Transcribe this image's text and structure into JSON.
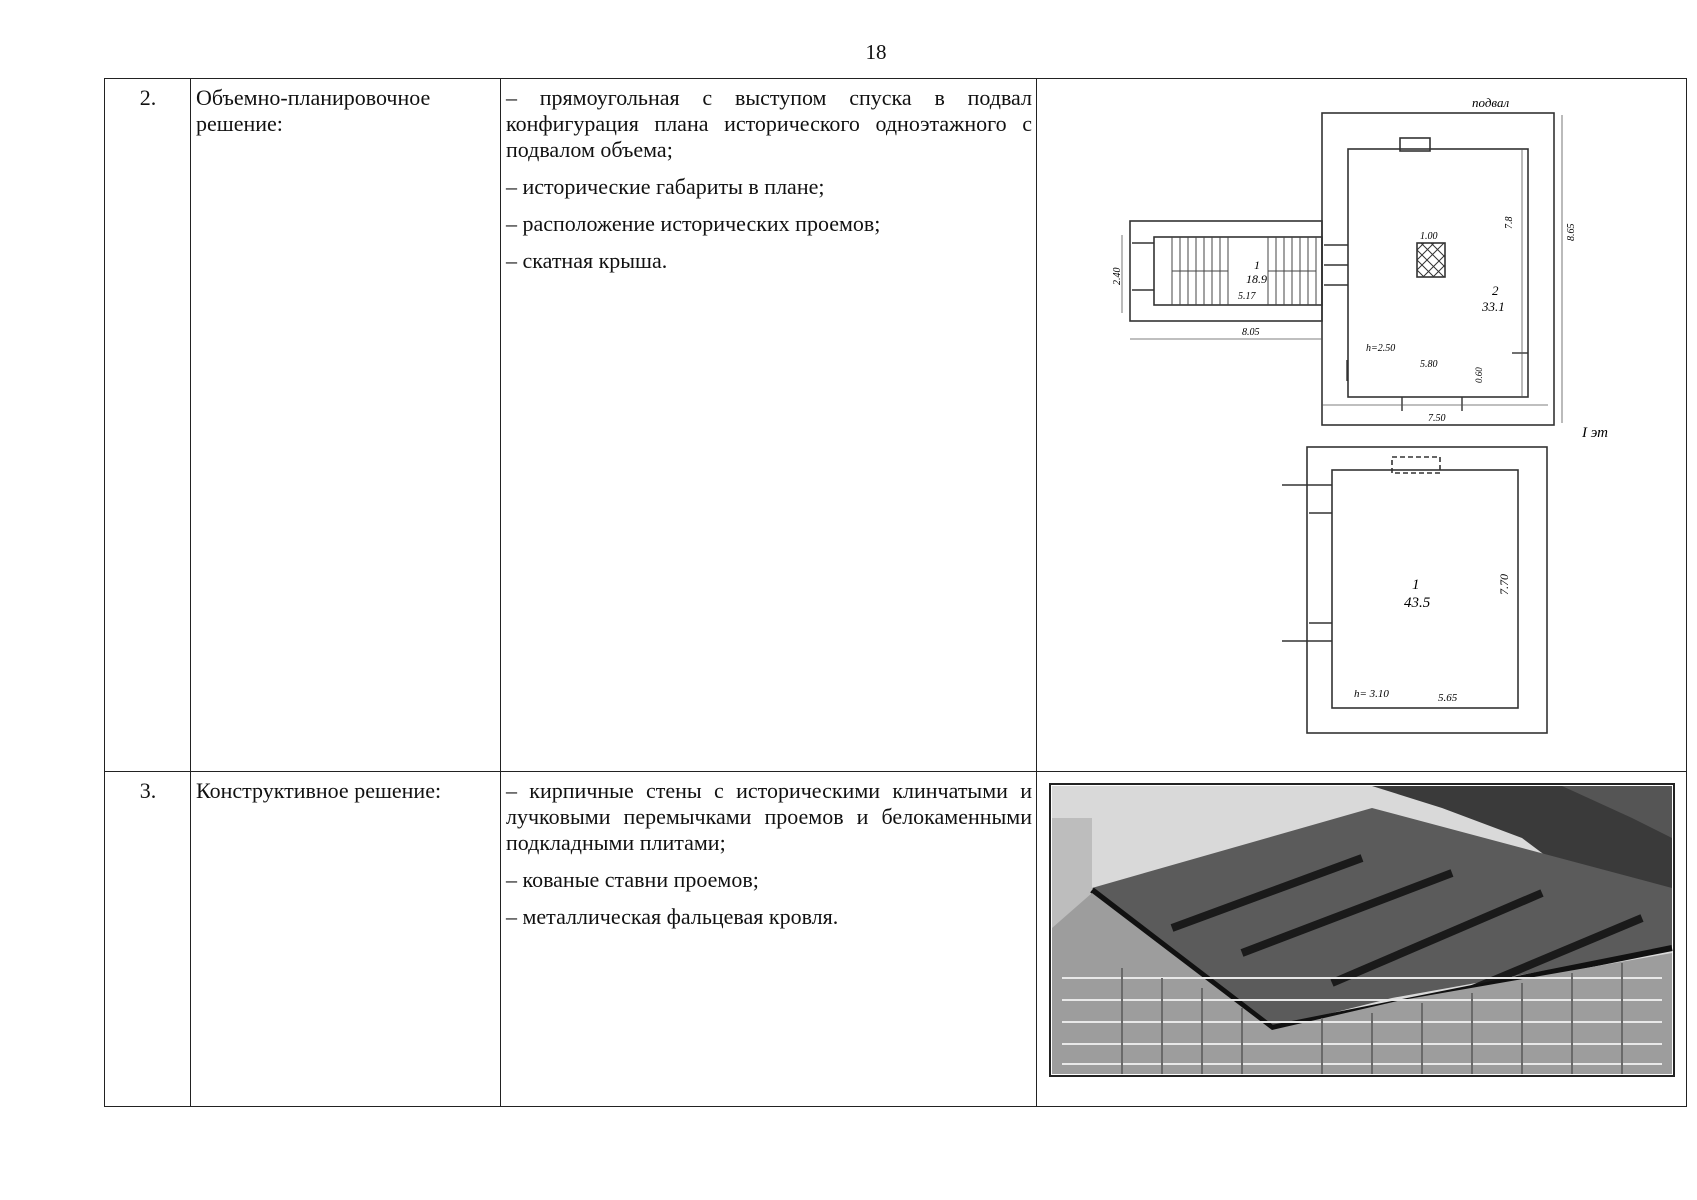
{
  "page": {
    "number": "18"
  },
  "rows": [
    {
      "num": "2.",
      "name": "Объемно-планировочное решение:",
      "items": [
        "– прямоугольная с выступом спуска в подвал конфигурация плана исторического одноэтажного с подвалом объема;",
        "– исторические габариты в плане;",
        "– расположение исторических проемов;",
        "– скатная крыша."
      ],
      "drawing": {
        "labels": {
          "basement": "подвал",
          "floor1": "I эт",
          "room1": "1",
          "room1_area": "18.9",
          "room2": "2",
          "room2_area": "33.1",
          "room_f1": "1",
          "room_f1_area": "43.5",
          "d_100": "1.00",
          "d_78": "7.8",
          "d_865": "8.65",
          "d_240": "2.40",
          "d_517": "5.17",
          "d_805": "8.05",
          "d_h250": "h=2.50",
          "d_580": "5.80",
          "d_060": "0.60",
          "d_750": "7.50",
          "d_770": "7.70",
          "d_h310": "h= 3.10",
          "d_565": "5.65"
        }
      }
    },
    {
      "num": "3.",
      "name": "Конструктивное решение:",
      "items": [
        "– кирпичные стены с историческими клинчатыми и лучковыми перемычками проемов и белокаменными подкладными плитами;",
        "– кованые ставни проемов;",
        "– металлическая фальцевая кровля."
      ]
    }
  ]
}
